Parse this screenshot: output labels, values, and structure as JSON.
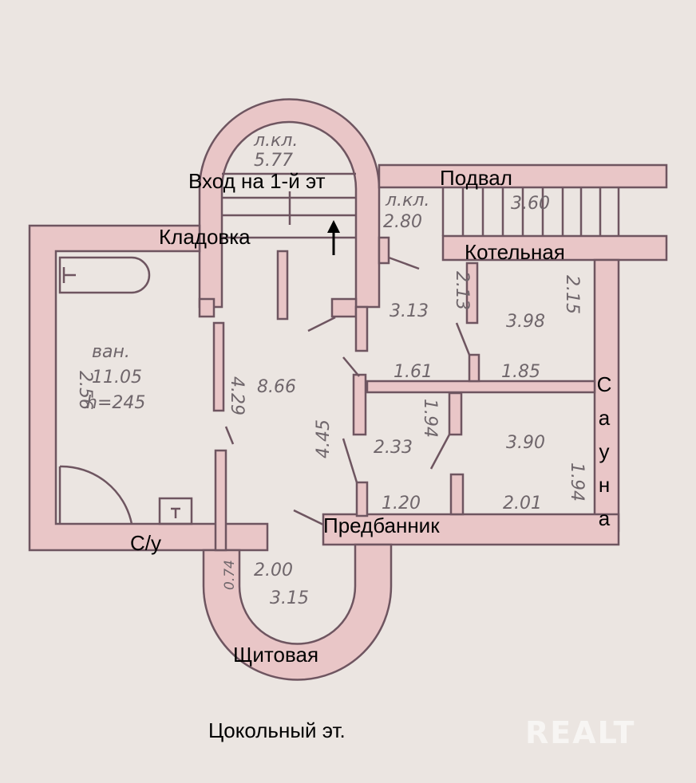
{
  "plan": {
    "title": "Цокольный эт.",
    "labels": {
      "entrance": "Вход на 1-й эт",
      "basement": "Подвал",
      "storage": "Кладовка",
      "boiler": "Котельная",
      "sauna": "Сауна",
      "sauna_letters": [
        "С",
        "а",
        "у",
        "н",
        "а"
      ],
      "anteroom": "Предбанник",
      "wc": "С/у",
      "switchboard": "Щитовая"
    },
    "measurements": {
      "stair_top_name": "л.кл.",
      "stair_top_area": "5.77",
      "stair_mid_name": "л.кл.",
      "stair_mid_area": "2.80",
      "basement_stair_area": "3.60",
      "bath_name": "ван.",
      "bath_area": "11.05",
      "bath_height": "h=245",
      "bath_width": "2.56",
      "hall_width": "4.29",
      "hall_area": "8.66",
      "storage_area": "3.13",
      "storage_width": "2.13",
      "boiler_area": "3.98",
      "boiler_width": "2.15",
      "dim_161": "1.61",
      "dim_185": "1.85",
      "shower_width": "1.94",
      "shower_area": "2.33",
      "sauna_area": "3.90",
      "sauna_width": "1.94",
      "anteroom_width": "4.45",
      "dim_120": "1.20",
      "dim_201": "2.01",
      "switch_dim": "0.74",
      "switch_len": "2.00",
      "switch_area": "3.15"
    },
    "arrow_icon": "arrow-up",
    "watermark": "REALT"
  }
}
